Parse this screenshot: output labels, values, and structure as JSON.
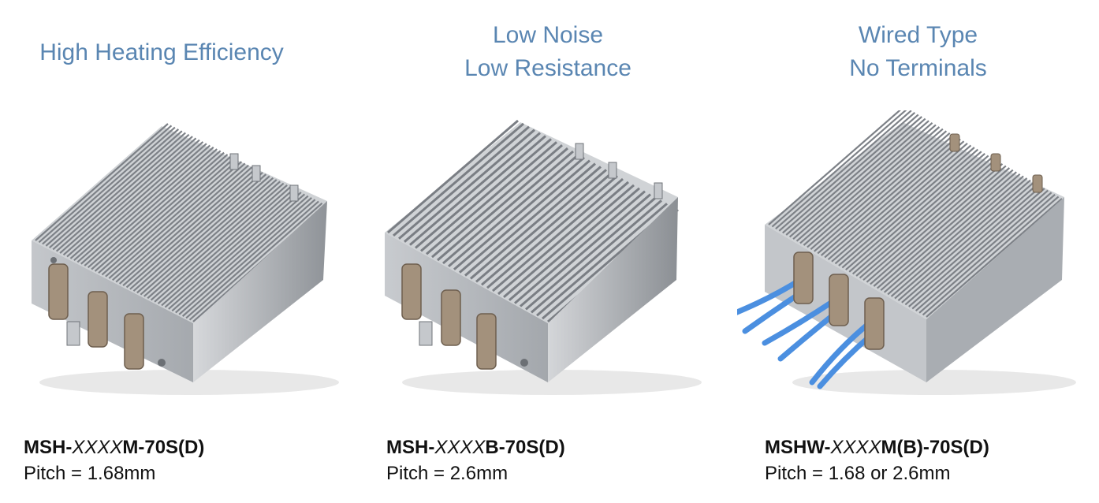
{
  "products": [
    {
      "heading_lines": [
        "High Heating Efficiency"
      ],
      "model_prefix": "MSH-",
      "model_var": "XXXX",
      "model_suffix": "M-70S(D)",
      "pitch": "Pitch = 1.68mm",
      "wired": false
    },
    {
      "heading_lines": [
        "Low Noise",
        "Low Resistance"
      ],
      "model_prefix": "MSH-",
      "model_var": "XXXX",
      "model_suffix": "B-70S(D)",
      "pitch": "Pitch = 2.6mm",
      "wired": false
    },
    {
      "heading_lines": [
        "Wired Type",
        "No Terminals"
      ],
      "model_prefix": "MSHW-",
      "model_var": "XXXX",
      "model_suffix": "M(B)-70S(D)",
      "pitch": "Pitch = 1.68 or 2.6mm",
      "wired": true
    }
  ],
  "colors": {
    "heading": "#5a86b2",
    "fin": "#c9ccd0",
    "fin_dark": "#7d8187",
    "frame": "#b9bcc0",
    "connector": "#9a8a78",
    "wire": "#4b8fe0"
  }
}
